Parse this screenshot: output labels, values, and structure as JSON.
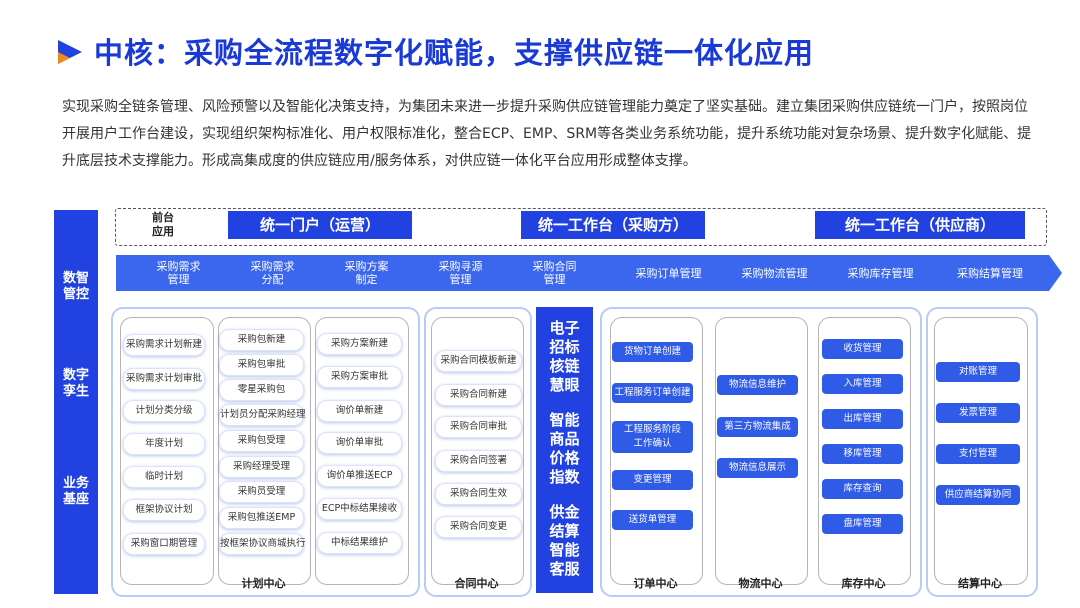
{
  "header": {
    "title": "中核：采购全流程数字化赋能，支撑供应链一体化应用",
    "intro": "实现采购全链条管理、风险预警以及智能化决策支持，为集团未来进一步提升采购供应链管理能力奠定了坚实基础。建立集团采购供应链统一门户，按照岗位开展用户工作台建设，实现组织架构标准化、用户权限标准化，整合ECP、EMP、SRM等各类业务系统功能，提升系统功能对复杂场景、提升数字化赋能、提升底层技术支撑能力。形成高集成度的供应链应用/服务体系，对供应链一体化平台应用形成整体支撑。"
  },
  "left_column": {
    "labels": [
      "数智\n管控",
      "数字\n孪生",
      "业务\n基座"
    ]
  },
  "front": {
    "label": "前台\n应用",
    "portals": [
      "统一门户（运营）",
      "统一工作台（采购方）",
      "统一工作台（供应商）"
    ]
  },
  "process_steps": [
    "采购需求\n管理",
    "采购需求\n分配",
    "采购方案\n制定",
    "采购寻源\n管理",
    "采购合同\n管理",
    "采购订单管理",
    "采购物流管理",
    "采购库存管理",
    "采购结算管理"
  ],
  "plan_center": {
    "label": "计划中心",
    "col1": [
      "采购需求计划新建",
      "采购需求计划审批",
      "计划分类分级",
      "年度计划",
      "临时计划",
      "框架协议计划",
      "采购窗口期管理"
    ],
    "col2": [
      "采购包新建",
      "采购包审批",
      "零星采购包",
      "计划员分配采购经理",
      "采购包受理",
      "采购经理受理",
      "采购员受理",
      "采购包推送EMP",
      "按框架协议商城执行"
    ],
    "col3": [
      "采购方案新建",
      "采购方案审批",
      "询价单新建",
      "询价单审批",
      "询价单推送ECP",
      "ECP中标结果接收",
      "中标结果维护"
    ]
  },
  "contract_center": {
    "label": "合同中心",
    "items": [
      "采购合同模板新建",
      "采购合同新建",
      "采购合同审批",
      "采购合同签署",
      "采购合同生效",
      "采购合同变更"
    ]
  },
  "center_block": {
    "lines": [
      "电子\n招标\n核链\n慧眼",
      "智能\n商品\n价格\n指数",
      "供金\n结算\n智能\n客服"
    ]
  },
  "order_center": {
    "label": "订单中心",
    "items": [
      "货物订单创建",
      "工程服务订单创建",
      "工程服务阶段\n工作确认",
      "变更管理",
      "送货单管理"
    ]
  },
  "logistics_center": {
    "label": "物流中心",
    "items": [
      "物流信息维护",
      "第三方物流集成",
      "物流信息展示"
    ]
  },
  "inventory_center": {
    "label": "库存中心",
    "items": [
      "收货管理",
      "入库管理",
      "出库管理",
      "移库管理",
      "库存查询",
      "盘库管理"
    ]
  },
  "settlement_center": {
    "label": "结算中心",
    "items": [
      "对账管理",
      "发票管理",
      "支付管理",
      "供应商结算协同"
    ]
  },
  "colors": {
    "primary": "#2142e0",
    "chevron": "#3b67ee",
    "pill": "#2f5be6",
    "panel_border": "#b8ccfa",
    "title_mark_orange": "#f28a1a"
  }
}
